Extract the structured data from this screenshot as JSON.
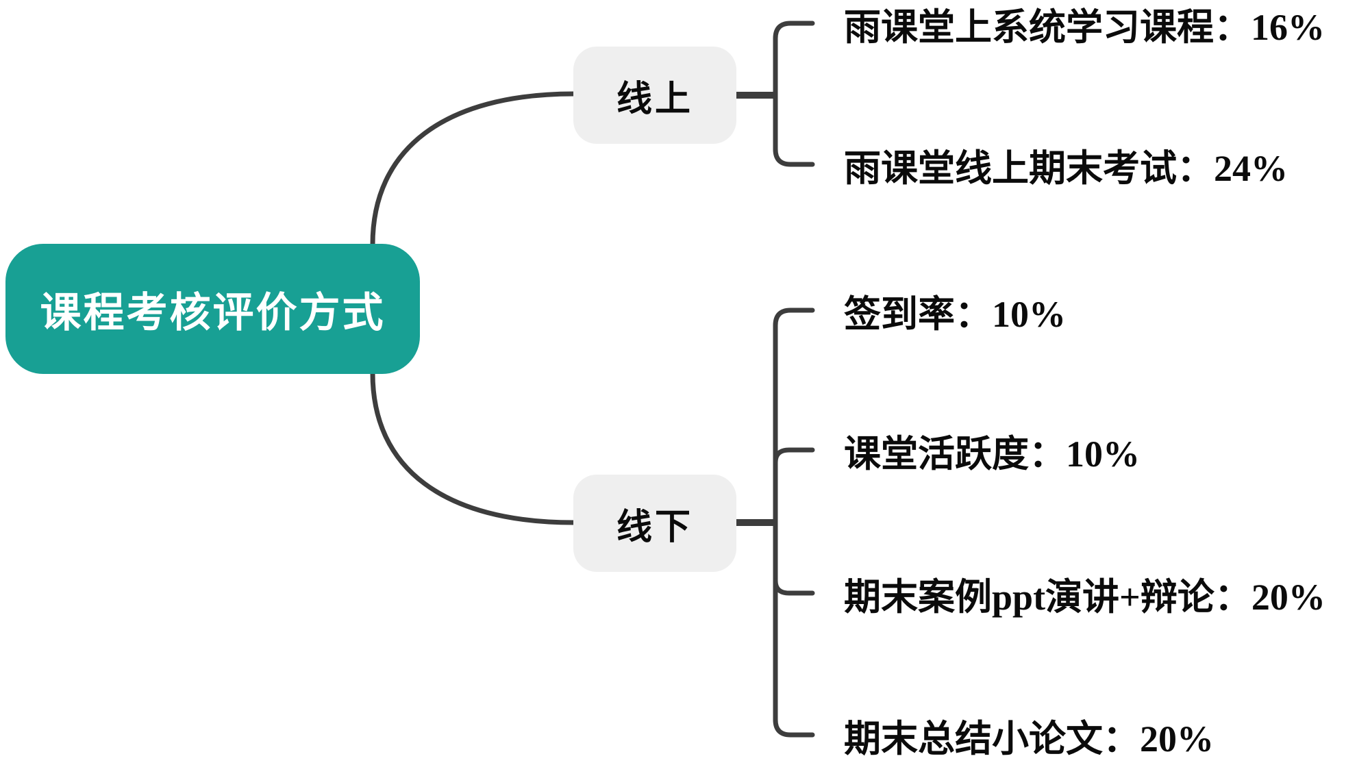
{
  "diagram": {
    "type": "mindmap",
    "root": {
      "label": "课程考核评价方式"
    },
    "branches": [
      {
        "label": "线上",
        "children": [
          {
            "label": "雨课堂上系统学习课程：16%",
            "item": "雨课堂上系统学习课程",
            "value_percent": 16
          },
          {
            "label": "雨课堂线上期末考试：24%",
            "item": "雨课堂线上期末考试",
            "value_percent": 24
          }
        ]
      },
      {
        "label": "线下",
        "children": [
          {
            "label": "签到率：10%",
            "item": "签到率",
            "value_percent": 10
          },
          {
            "label": "课堂活跃度：10%",
            "item": "课堂活跃度",
            "value_percent": 10
          },
          {
            "label": "期末案例ppt演讲+辩论：20%",
            "item": "期末案例ppt演讲+辩论",
            "value_percent": 20
          },
          {
            "label": "期末总结小论文：20%",
            "item": "期末总结小论文",
            "value_percent": 20
          }
        ]
      }
    ]
  },
  "colors": {
    "root_fill": "#18A094",
    "root_text": "#FFFFFF",
    "branch_fill": "#EFEFEF",
    "branch_text": "#0B0B0B",
    "leaf_text": "#0B0B0B",
    "line": "#3D3D3D",
    "background": "#FFFFFF"
  }
}
